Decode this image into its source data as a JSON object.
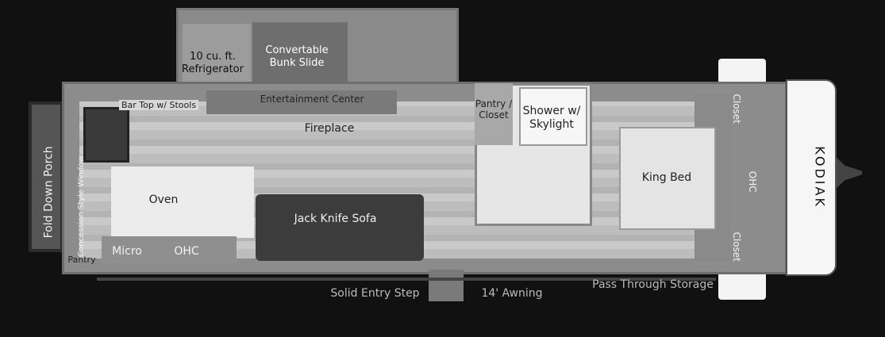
{
  "brand": "KODIAK",
  "labels": {
    "refrigerator": "10 cu. ft.\nRefrigerator",
    "bunk_slide": "Convertable\nBunk Slide",
    "entertainment_center": "Entertainment Center",
    "bar_top": "Bar Top w/ Stools",
    "fireplace": "Fireplace",
    "pantry_closet": "Pantry /\nCloset",
    "shower": "Shower w/\nSkylight",
    "king_bed": "King Bed",
    "oven": "Oven",
    "sofa": "Jack Knife Sofa",
    "micro": "Micro",
    "kitchen_ohc": "OHC",
    "pantry": "Pantry",
    "fold_down_porch": "Fold Down Porch",
    "concession_window": "Concession Style Window",
    "closet_top": "Closet",
    "closet_bottom": "Closet",
    "bedroom_ohc": "OHC",
    "entry_step": "Solid Entry Step",
    "awning": "14' Awning",
    "pass_through": "Pass Through Storage"
  }
}
